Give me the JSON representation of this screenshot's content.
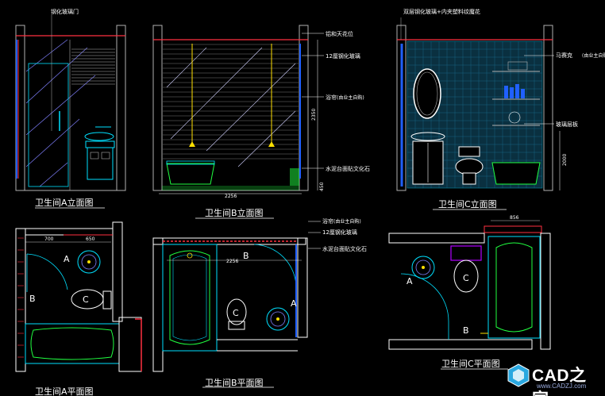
{
  "panels": {
    "a_elev": {
      "title": "卫生间A立面图",
      "note": "钢化玻璃门"
    },
    "b_elev": {
      "title": "卫生间B立面图",
      "dim_width": "2256",
      "dim_h1": "2350",
      "dim_h2": "450",
      "callouts": [
        "铝和天花位",
        "12厘钢化玻璃",
        "浴帘",
        "水泥台面贴文化石"
      ],
      "callout_sub": "(由业主自购)"
    },
    "c_elev": {
      "title": "卫生间C立面图",
      "note": "双层钢化玻璃+内夹塑料纹魔花",
      "callouts": [
        "马赛克",
        "玻璃层板"
      ],
      "callout_sub": "(由业主自购)",
      "dim_h": "2000"
    },
    "a_plan": {
      "title": "卫生间A平面图",
      "dim1": "700",
      "dim2": "650",
      "letters": [
        "A",
        "B",
        "C"
      ]
    },
    "b_plan": {
      "title": "卫生间B平面图",
      "dim": "2256",
      "letters": [
        "B",
        "C",
        "A"
      ],
      "callouts": [
        "浴帘",
        "12厘钢化玻璃",
        "水泥台面贴文化石"
      ],
      "callout_sub": "(由业主自购)"
    },
    "c_plan": {
      "title": "卫生间C平面图",
      "dim": "856",
      "letters": [
        "A",
        "C",
        "B"
      ]
    }
  },
  "watermark": {
    "brand": "CAD之家",
    "url": "www.CADZJ.com"
  },
  "colors": {
    "wall": "#ff3040",
    "fixture": "#00e0ff",
    "green": "#20ff40",
    "yellow": "#ffe000",
    "blue": "#2060ff",
    "purple": "#b000ff",
    "gray": "#b0b0b0"
  }
}
